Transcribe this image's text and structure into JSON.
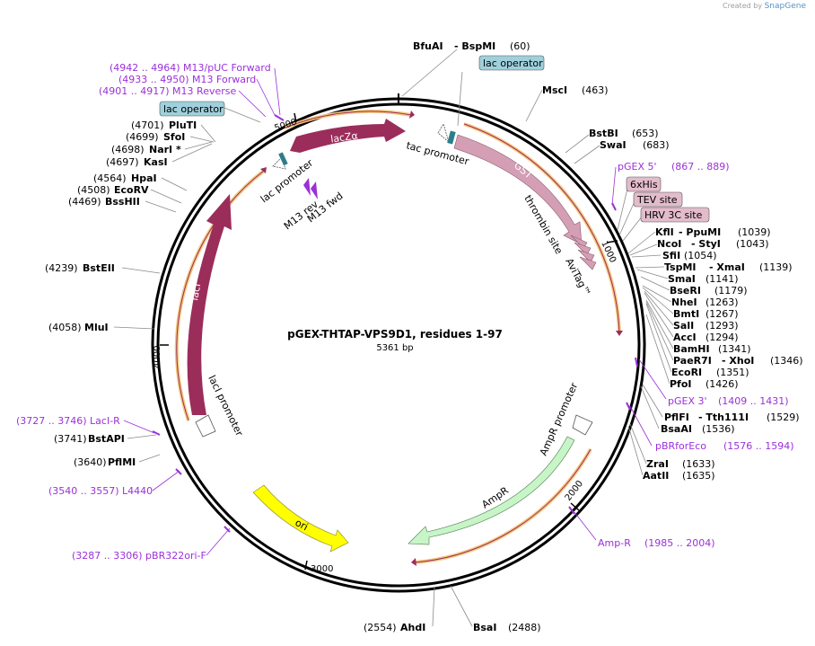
{
  "credit": {
    "created_by": "Created by",
    "app": "SnapGene"
  },
  "title": "pGEX-THTAP-VPS9D1, residues 1-97",
  "length": "5361 bp",
  "ticks": [
    "1000",
    "2000",
    "3000",
    "4000",
    "5000"
  ],
  "sites": {
    "bfuai": "BfuAI",
    "bspmi": "- BspMI",
    "bspmi_pos": "(60)",
    "msci": "MscI",
    "msci_pos": "(463)",
    "bstbi": "BstBI",
    "bstbi_pos": "(653)",
    "swai": "SwaI",
    "swai_pos": "(683)",
    "kfli": "KflI",
    "ppumi": "- PpuMI",
    "ppumi_pos": "(1039)",
    "ncoi": "NcoI",
    "styi": "- StyI",
    "styi_pos": "(1043)",
    "sfii": "SfiI",
    "sfii_pos": "(1054)",
    "tspmi": "TspMI",
    "xmai": "- XmaI",
    "xmai_pos": "(1139)",
    "smai": "SmaI",
    "smai_pos": "(1141)",
    "beseri": "BseRI",
    "beseri_pos": "(1179)",
    "nhei": "NheI",
    "nhei_pos": "(1263)",
    "bmti": "BmtI",
    "bmti_pos": "(1267)",
    "sali": "SalI",
    "sali_pos": "(1293)",
    "acci": "AccI",
    "acci_pos": "(1294)",
    "bamhi": "BamHI",
    "bamhi_pos": "(1341)",
    "paer7i": "PaeR7I",
    "xhoi": "- XhoI",
    "xhoi_pos": "(1346)",
    "ecori": "EcoRI",
    "ecori_pos": "(1351)",
    "pfoi": "PfoI",
    "pfoi_pos": "(1426)",
    "pflfi": "PflFI",
    "tth111i": "- Tth111I",
    "tth111i_pos": "(1529)",
    "bsaai": "BsaAI",
    "bsaai_pos": "(1536)",
    "zrai": "ZraI",
    "zrai_pos": "(1633)",
    "aatii": "AatII",
    "aatii_pos": "(1635)",
    "bsai": "BsaI",
    "bsai_pos": "(2488)",
    "ahdi": "AhdI",
    "ahdi_pos": "(2554)",
    "pfimi": "PflMI",
    "pfimi_pos": "(3640)",
    "bstapi": "BstAPI",
    "bstapi_pos": "(3741)",
    "mlui": "MluI",
    "mlui_pos": "(4058)",
    "bsteii": "BstEII",
    "bsteii_pos": "(4239)",
    "bsshii": "BssHII",
    "bsshii_pos": "(4469)",
    "ecorv": "EcoRV",
    "ecorv_pos": "(4508)",
    "hpai": "HpaI",
    "hpai_pos": "(4564)",
    "kasi": "KasI",
    "kasi_pos": "(4697)",
    "nari": "NarI *",
    "nari_pos": "(4698)",
    "sfoi": "SfoI",
    "sfoi_pos": "(4699)",
    "pluti": "PluTI",
    "pluti_pos": "(4701)"
  },
  "primers": {
    "m13puc": "(4942 .. 4964)  M13/pUC Forward",
    "m13fwd": "(4933 .. 4950)  M13 Forward",
    "m13rev": "(4901 .. 4917)  M13 Reverse",
    "pgex5": "pGEX 5'",
    "pgex5_pos": "(867 .. 889)",
    "pgex3": "pGEX 3'",
    "pgex3_pos": "(1409 .. 1431)",
    "pbrforeco": "pBRforEco",
    "pbrforeco_pos": "(1576 .. 1594)",
    "ampr": "Amp-R",
    "ampr_pos": "(1985 .. 2004)",
    "laci_r": "(3727 .. 3746)  LacI-R",
    "l4440": "(3540 .. 3557)  L4440",
    "pbr322ori": "(3287 .. 3306)  pBR322ori-F"
  },
  "boxes": {
    "lac_op_top": "lac operator",
    "lac_op_left": "lac operator",
    "his": "6xHis",
    "tev": "TEV site",
    "hrv": "HRV 3C site"
  },
  "features": {
    "lacza": "lacZα",
    "lacprom": "lac promoter",
    "m13rev": "M13 rev",
    "m13fwd": "M13 fwd",
    "tacprom": "tac promoter",
    "gst": "GST",
    "thrombin": "thrombin site",
    "avitag": "AviTag™",
    "laci": "lacI",
    "laciprom": "lacI promoter",
    "amprprom": "AmpR promoter",
    "ampr": "AmpR",
    "ori": "ori"
  },
  "colors": {
    "lacI": "#9b2d5a",
    "gst": "#d49fb5",
    "ampr": "#c8f5c8",
    "ori": "#ffff00",
    "primer": "#9b30d9",
    "box_blue": "#9fd0dc",
    "box_pink": "#e3bccb",
    "orf": "#f5c77e"
  }
}
